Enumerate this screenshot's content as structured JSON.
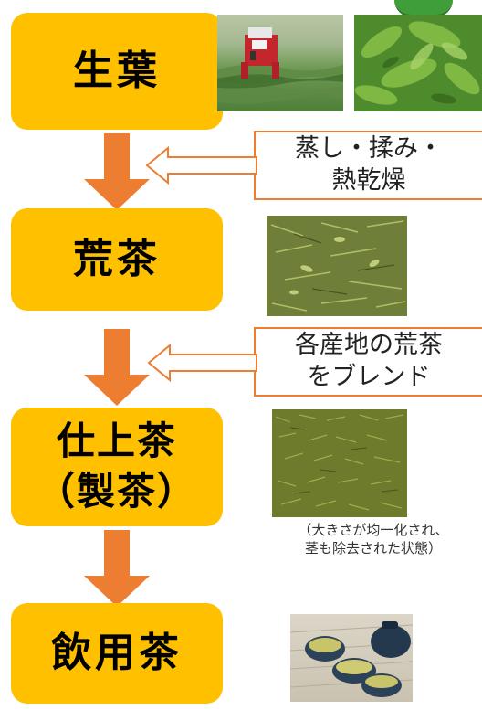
{
  "stages": [
    {
      "label": "生葉"
    },
    {
      "label": "荒茶"
    },
    {
      "label_line1": "仕上茶",
      "label_line2": "（製茶）"
    },
    {
      "label": "飲用茶"
    }
  ],
  "processes": [
    {
      "line1": "蒸し・揉み・",
      "line2": "熱乾燥"
    },
    {
      "line1": "各産地の荒茶",
      "line2": "をブレンド"
    }
  ],
  "caption": {
    "line1": "（大きさが均一化され、",
    "line2": "茎も除去された状態）"
  },
  "colors": {
    "stage_fill": "#FFC000",
    "arrow": "#ED7D31",
    "callout_border": "#ED7D31"
  }
}
